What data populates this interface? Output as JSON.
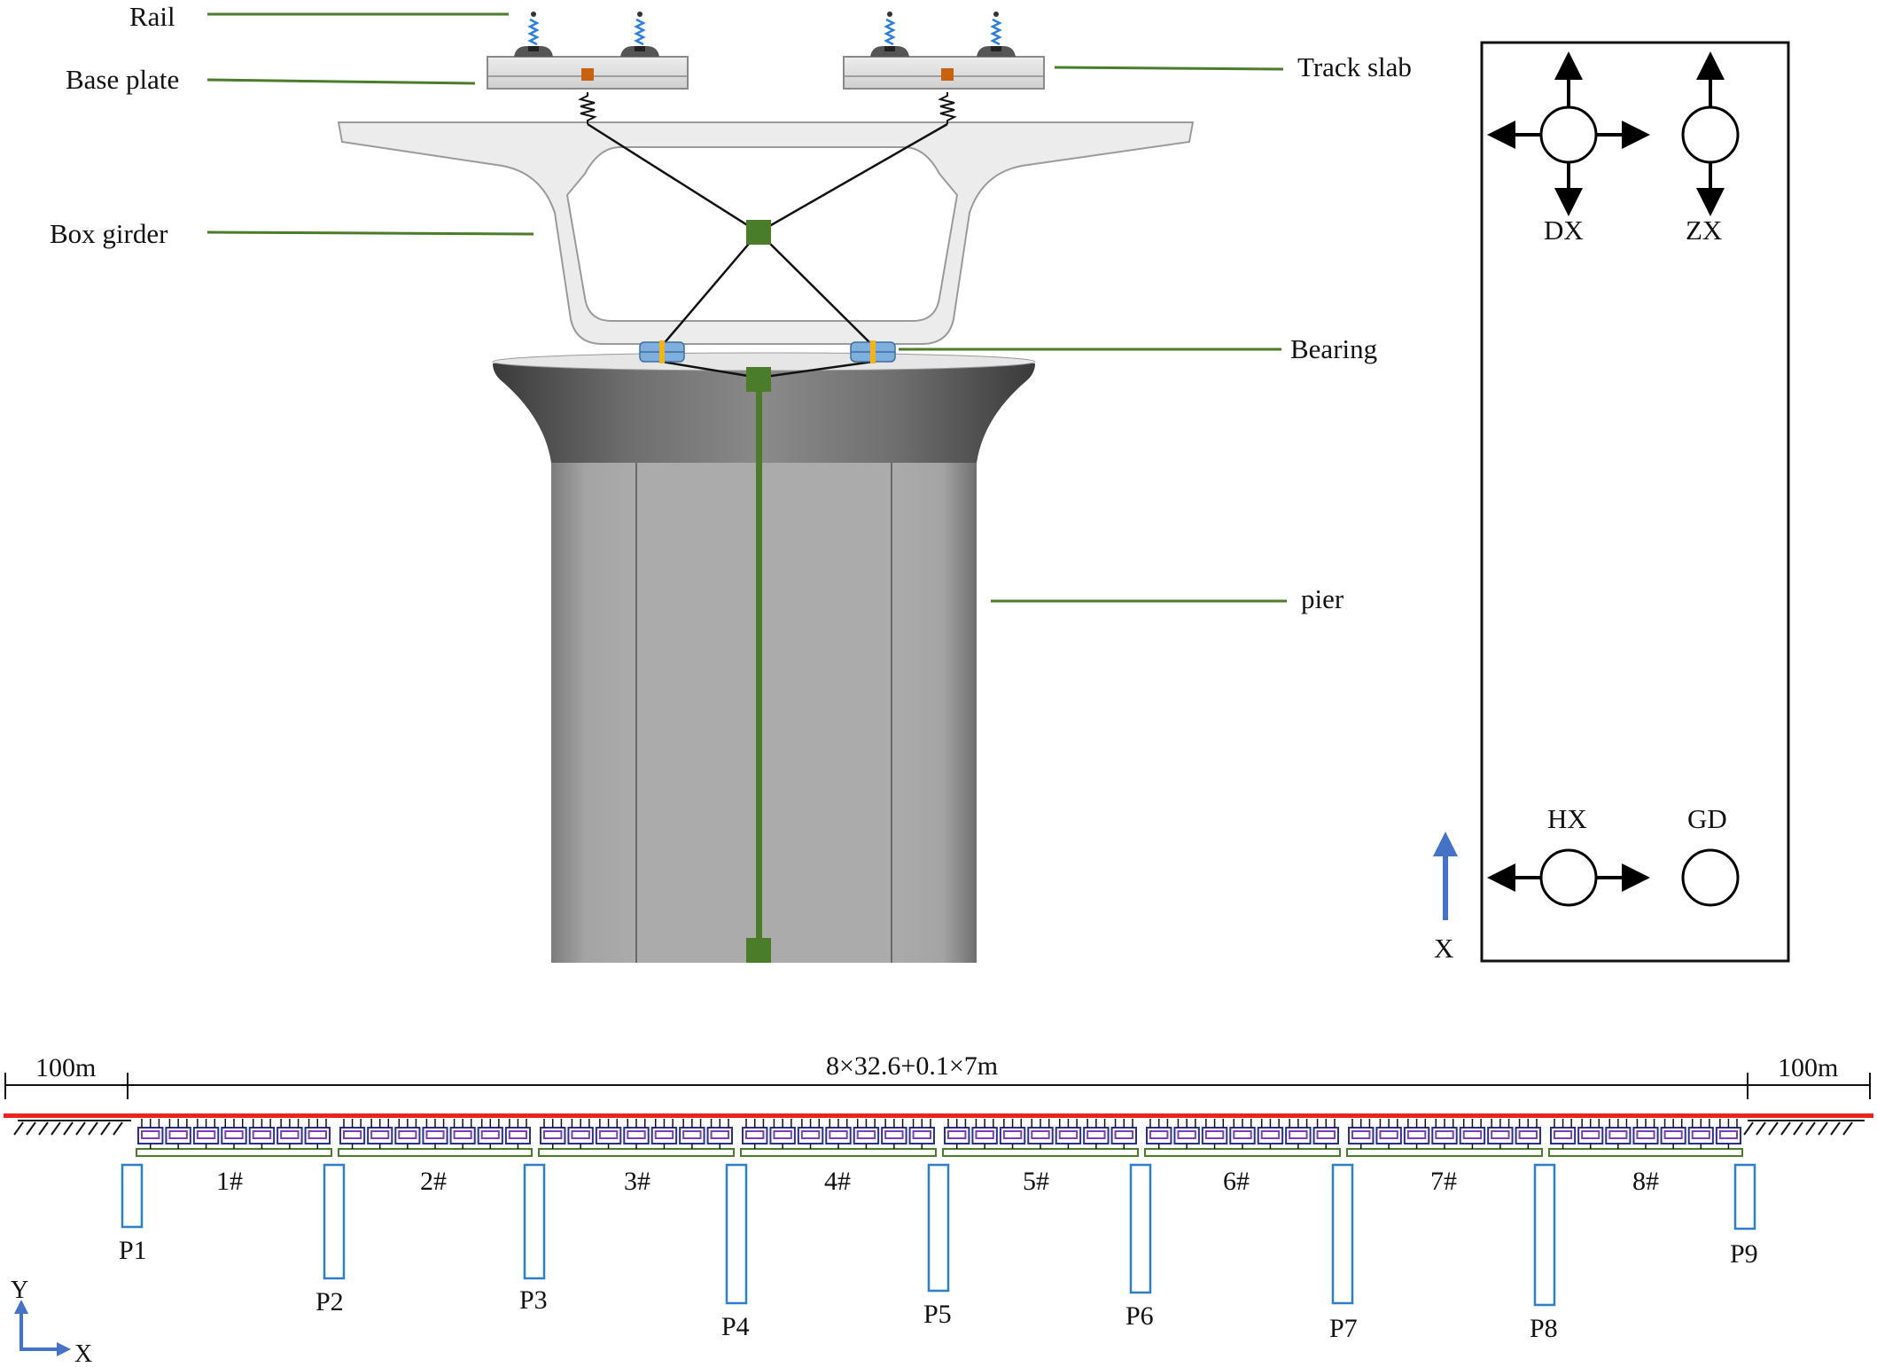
{
  "cross_section": {
    "labels": {
      "rail": "Rail",
      "base_plate": "Base plate",
      "box_girder": "Box girder",
      "track_slab": "Track slab",
      "bearing": "Bearing",
      "pier": "pier"
    }
  },
  "constraint_legend": {
    "dx": "DX",
    "zx": "ZX",
    "hx": "HX",
    "gd": "GD",
    "axis": "X"
  },
  "elevation": {
    "left_embankment": "100m",
    "bridge_length": "8×32.6+0.1×7m",
    "right_embankment": "100m",
    "spans": [
      "1#",
      "2#",
      "3#",
      "4#",
      "5#",
      "6#",
      "7#",
      "8#"
    ],
    "piers": [
      "P1",
      "P2",
      "P3",
      "P4",
      "P5",
      "P6",
      "P7",
      "P8",
      "P9"
    ],
    "axis_y": "Y",
    "axis_x": "X"
  },
  "colors": {
    "green_line": "#4a7c2a",
    "rail_red": "#e8241c",
    "pier_blue": "#2f7fc8",
    "spring_blue": "#2e7fd6",
    "element_purple": "#7a3fb4",
    "element_navy": "#2a2f8a",
    "axis_blue": "#4472c4"
  },
  "icons": {
    "free": "four-arrow-node-icon",
    "fixed": "circle-node-icon"
  }
}
